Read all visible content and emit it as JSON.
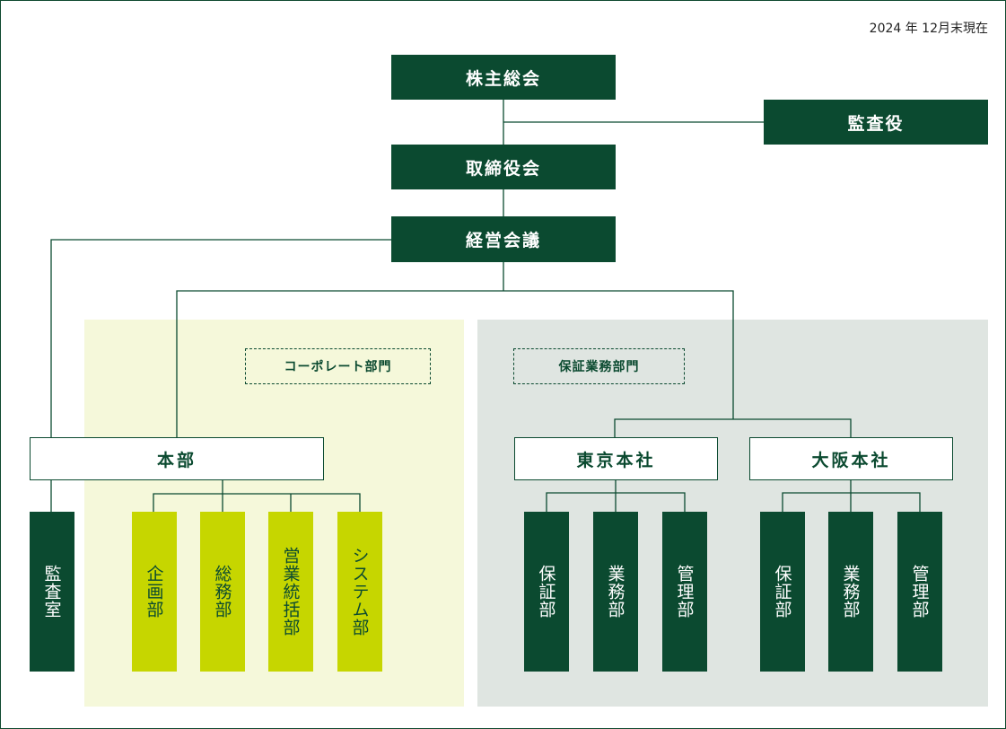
{
  "as_of": "2024 年 12月末現在",
  "top": {
    "shareholders": "株主総会",
    "auditor": "監査役",
    "board": "取締役会",
    "management": "経営会議"
  },
  "audit_office": "監査室",
  "corporate": {
    "label": "コーポレート部門",
    "hq": "本部",
    "departments": [
      "企画部",
      "総務部",
      "営業統括部",
      "システム部"
    ]
  },
  "guarantee": {
    "label": "保証業務部門",
    "tokyo": {
      "name": "東京本社",
      "departments": [
        "保証部",
        "業務部",
        "管理部"
      ]
    },
    "osaka": {
      "name": "大阪本社",
      "departments": [
        "保証部",
        "業務部",
        "管理部"
      ]
    }
  },
  "colors": {
    "dark_green": "#0b4a30",
    "lime": "#c6d600",
    "corp_bg": "#f5f8da",
    "guar_bg": "#dfe5e1"
  }
}
